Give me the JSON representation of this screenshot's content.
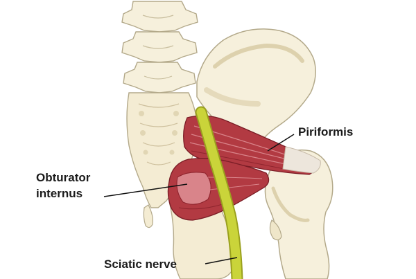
{
  "labels": {
    "piriformis": "Piriformis",
    "obturator_line1": "Obturator",
    "obturator_line2": "internus",
    "sciatic": "Sciatic nerve"
  },
  "colors": {
    "bone_fill": "#f6f0dc",
    "bone_stroke": "#b3a98a",
    "bone_shade": "#e7dcbc",
    "muscle_fill": "#b23a42",
    "muscle_light": "#d9848a",
    "muscle_stroke": "#7a1d26",
    "tendon": "#ede6dc",
    "nerve": "#cad43a",
    "nerve_dark": "#9aa01e",
    "leader": "#111111"
  }
}
